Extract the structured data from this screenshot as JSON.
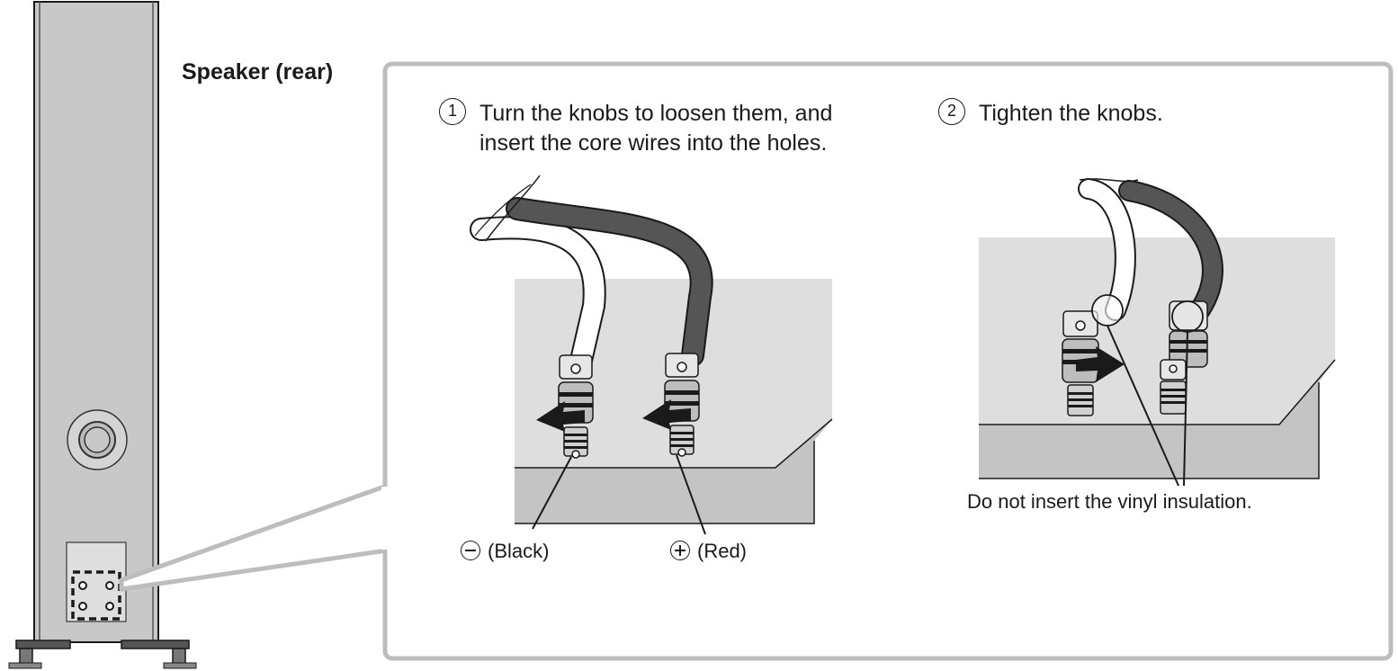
{
  "title": "Speaker (rear)",
  "step1": {
    "number": "1",
    "line1": "Turn the knobs to loosen them, and",
    "line2": "insert the core wires into the holes."
  },
  "step2": {
    "number": "2",
    "text": "Tighten the knobs."
  },
  "labels": {
    "negative": "(Black)",
    "positive": "(Red)",
    "warning": "Do not insert the vinyl insulation."
  },
  "colors": {
    "panel_border": "#bdbdbd",
    "cabinet": "#c8c8c8",
    "panel_fill": "#dedede",
    "black_wire": "#555555",
    "line": "#1a1a1a"
  }
}
